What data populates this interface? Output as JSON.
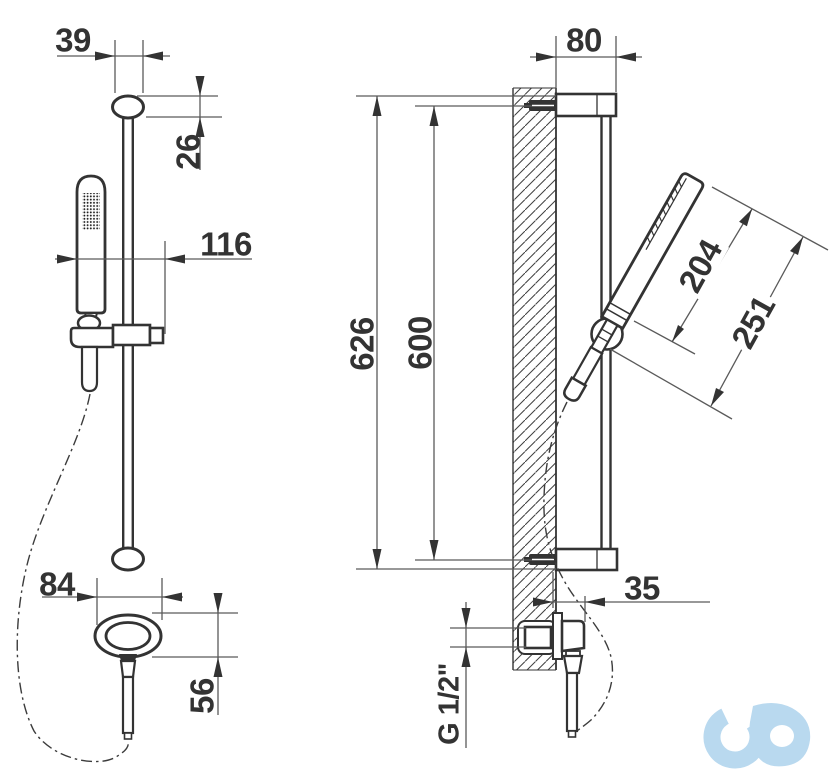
{
  "drawing": {
    "type": "technical dimension drawing",
    "subject": "shower slide rail set with hand shower, front and side views",
    "line_color": "#333333",
    "dim_line_color": "#5a5a5a",
    "background": "#ffffff"
  },
  "dims": {
    "d39": "39",
    "d26": "26",
    "d116": "116",
    "d84": "84",
    "d56": "56",
    "d80": "80",
    "d626": "626",
    "d600": "600",
    "d204": "204",
    "d251": "251",
    "d35": "35",
    "g12": "G 1/2\""
  },
  "logo": {
    "name": "cd-watermark",
    "color": "#b9d9ef"
  }
}
